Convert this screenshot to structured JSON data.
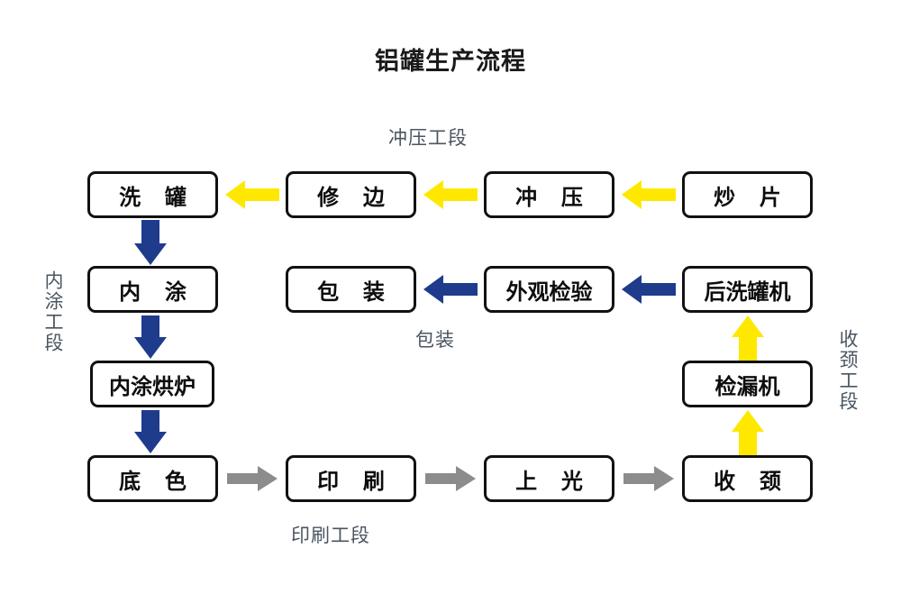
{
  "title": "铝罐生产流程",
  "colors": {
    "background": "#ffffff",
    "node_border": "#111111",
    "node_text": "#0d0d0d",
    "label_text": "#4a5560",
    "arrow_yellow": "#FFE800",
    "arrow_blue": "#1F3B8C",
    "arrow_gray": "#8C8C8C"
  },
  "nodes": [
    {
      "id": "xi-guan",
      "label": "洗 罐",
      "row": 1,
      "col": 1
    },
    {
      "id": "xiu-bian",
      "label": "修 边",
      "row": 1,
      "col": 2
    },
    {
      "id": "chong-ya",
      "label": "冲 压",
      "row": 1,
      "col": 3
    },
    {
      "id": "chao-pian",
      "label": "炒 片",
      "row": 1,
      "col": 4
    },
    {
      "id": "nei-tu",
      "label": "内 涂",
      "row": 2,
      "col": 1
    },
    {
      "id": "bao-zhuang",
      "label": "包 装",
      "row": 2,
      "col": 2
    },
    {
      "id": "wai-guan-jian-yan",
      "label": "外观检验",
      "row": 2,
      "col": 3
    },
    {
      "id": "hou-xi-guan-ji",
      "label": "后洗罐机",
      "row": 2,
      "col": 4
    },
    {
      "id": "nei-tu-hong-lu",
      "label": "内涂烘炉",
      "row": 3,
      "col": 1
    },
    {
      "id": "jian-lou-ji",
      "label": "检漏机",
      "row": 3,
      "col": 4
    },
    {
      "id": "di-se",
      "label": "底 色",
      "row": 4,
      "col": 1
    },
    {
      "id": "yin-shua",
      "label": "印 刷",
      "row": 4,
      "col": 2
    },
    {
      "id": "shang-guang",
      "label": "上 光",
      "row": 4,
      "col": 3
    },
    {
      "id": "shou-jing",
      "label": "收 颈",
      "row": 4,
      "col": 4
    }
  ],
  "section_labels": [
    {
      "id": "chong-ya-gong-duan",
      "text": "冲压工段",
      "orientation": "horizontal"
    },
    {
      "id": "bao-zhuang-label",
      "text": "包装",
      "orientation": "horizontal"
    },
    {
      "id": "yin-shua-gong-duan",
      "text": "印刷工段",
      "orientation": "horizontal"
    },
    {
      "id": "nei-tu-gong-duan",
      "text": "内涂工段",
      "orientation": "vertical"
    },
    {
      "id": "shou-jing-gong-duan",
      "text": "收颈工段",
      "orientation": "vertical"
    }
  ],
  "arrows": [
    {
      "id": "chao-pian-to-chong-ya",
      "color": "yellow",
      "direction": "left"
    },
    {
      "id": "chong-ya-to-xiu-bian",
      "color": "yellow",
      "direction": "left"
    },
    {
      "id": "xiu-bian-to-xi-guan",
      "color": "yellow",
      "direction": "left"
    },
    {
      "id": "xi-guan-to-nei-tu",
      "color": "blue",
      "direction": "down"
    },
    {
      "id": "nei-tu-to-nei-tu-hong-lu",
      "color": "blue",
      "direction": "down"
    },
    {
      "id": "nei-tu-hong-lu-to-di-se",
      "color": "blue",
      "direction": "down"
    },
    {
      "id": "di-se-to-yin-shua",
      "color": "gray",
      "direction": "right"
    },
    {
      "id": "yin-shua-to-shang-guang",
      "color": "gray",
      "direction": "right"
    },
    {
      "id": "shang-guang-to-shou-jing",
      "color": "gray",
      "direction": "right"
    },
    {
      "id": "shou-jing-to-jian-lou-ji",
      "color": "yellow",
      "direction": "up"
    },
    {
      "id": "jian-lou-ji-to-hou-xi-guan-ji",
      "color": "yellow",
      "direction": "up"
    },
    {
      "id": "hou-xi-guan-ji-to-wai-guan",
      "color": "blue",
      "direction": "left"
    },
    {
      "id": "wai-guan-to-bao-zhuang",
      "color": "blue",
      "direction": "left"
    }
  ],
  "flow_data": {
    "type": "flowchart",
    "title": "铝罐生产流程",
    "sections": [
      {
        "name": "冲压工段",
        "steps": [
          "炒 片",
          "冲 压",
          "修 边",
          "洗 罐"
        ],
        "arrow_color": "#FFE800"
      },
      {
        "name": "内涂工段",
        "steps": [
          "洗 罐",
          "内 涂",
          "内涂烘炉",
          "底 色"
        ],
        "arrow_color": "#1F3B8C"
      },
      {
        "name": "印刷工段",
        "steps": [
          "底 色",
          "印 刷",
          "上 光",
          "收 颈"
        ],
        "arrow_color": "#8C8C8C"
      },
      {
        "name": "收颈工段",
        "steps": [
          "收 颈",
          "检漏机",
          "后洗罐机"
        ],
        "arrow_color": "#FFE800"
      },
      {
        "name": "包装",
        "steps": [
          "后洗罐机",
          "外观检验",
          "包 装"
        ],
        "arrow_color": "#1F3B8C"
      }
    ]
  }
}
